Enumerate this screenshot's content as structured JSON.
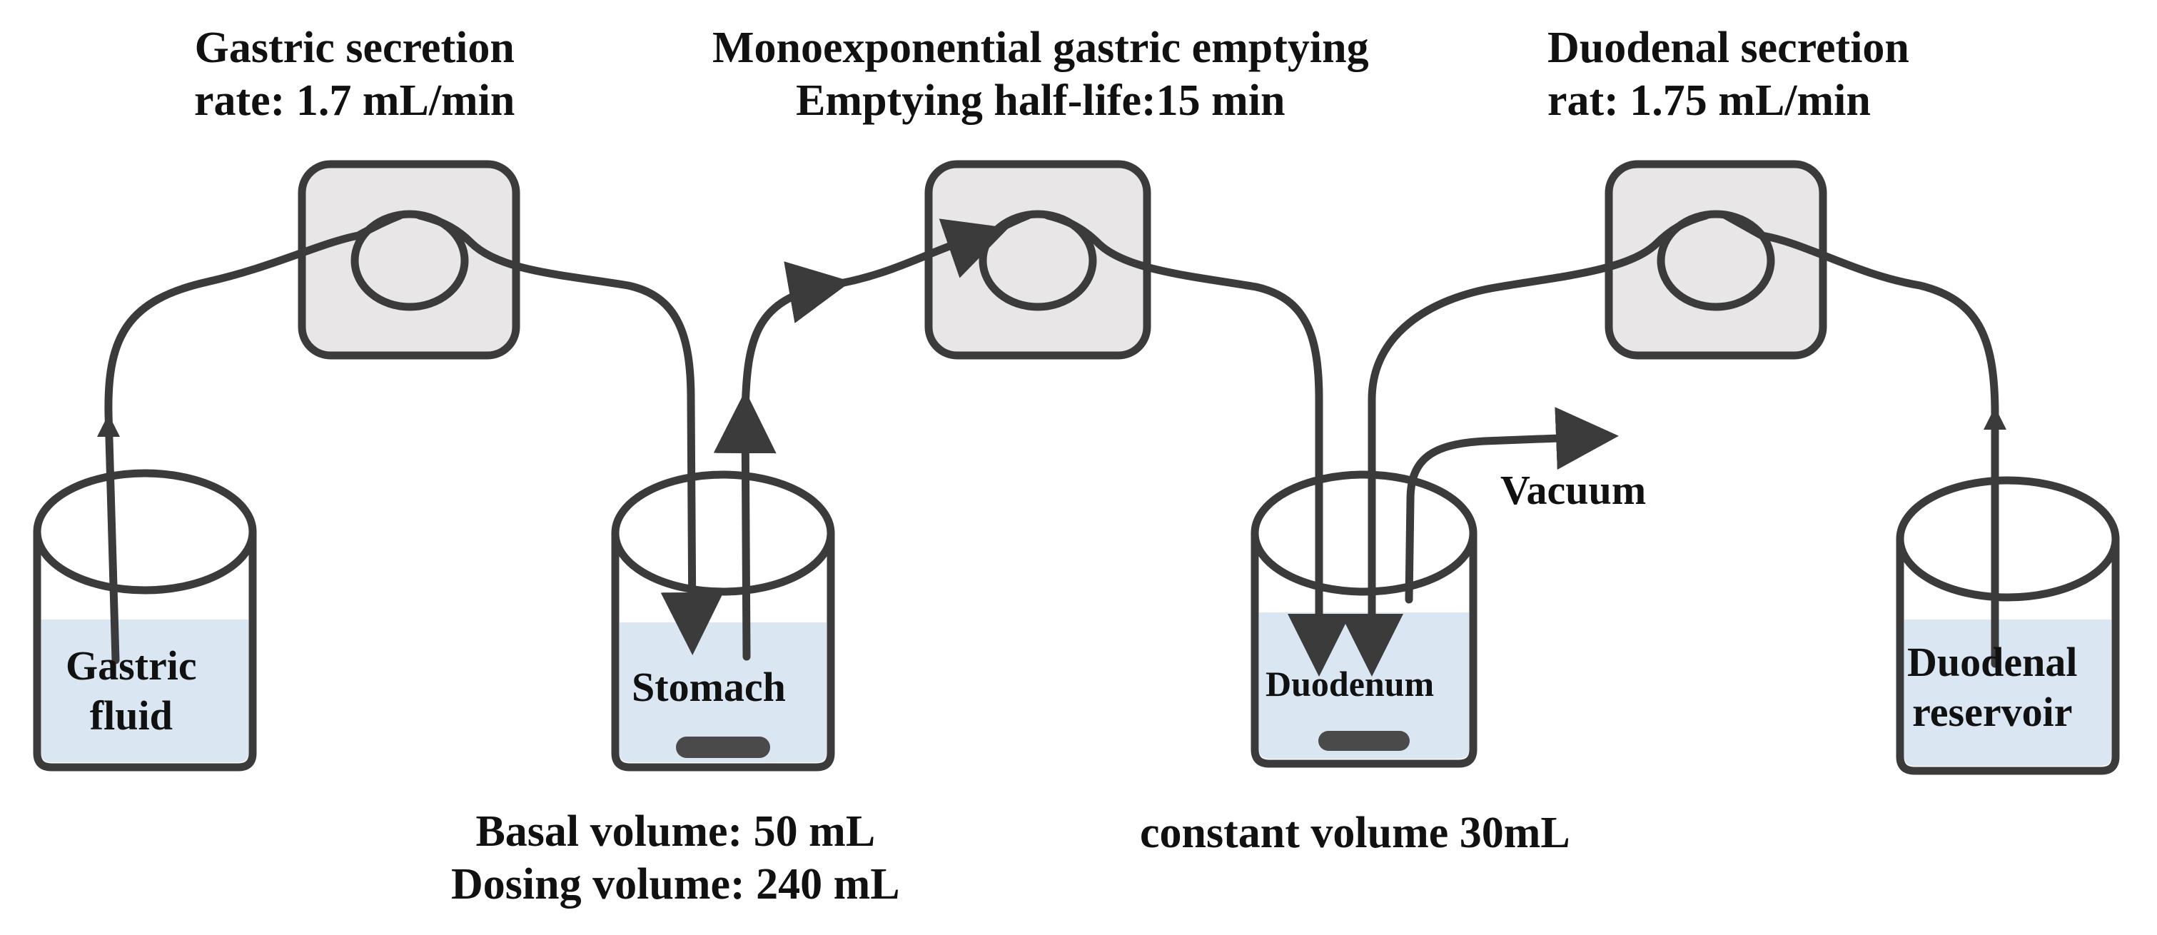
{
  "labels": {
    "gastric_secretion": [
      "Gastric secretion",
      "rate: 1.7 mL/min"
    ],
    "gastric_emptying": [
      "Monoexponential gastric emptying",
      "Emptying half-life:15 min"
    ],
    "duodenal_secretion": [
      "Duodenal secretion",
      "rat: 1.75 mL/min"
    ],
    "gastric_fluid": [
      "Gastric",
      "fluid"
    ],
    "stomach": "Stomach",
    "duodenum": "Duodenum",
    "duodenal_reservoir": [
      "Duodenal",
      "reservoir"
    ],
    "vacuum": "Vacuum",
    "stomach_volume": [
      "Basal volume: 50 mL",
      "Dosing volume: 240 mL"
    ],
    "duodenum_volume": "constant volume 30mL"
  },
  "colors": {
    "line": "#3b3b3b",
    "pump_fill": "#e8e6e6",
    "liquid": "#dbe6f3"
  },
  "icons": [
    "peristaltic-pump-icon",
    "beaker-icon",
    "magnetic-stir-bar-icon",
    "arrow-icon"
  ]
}
